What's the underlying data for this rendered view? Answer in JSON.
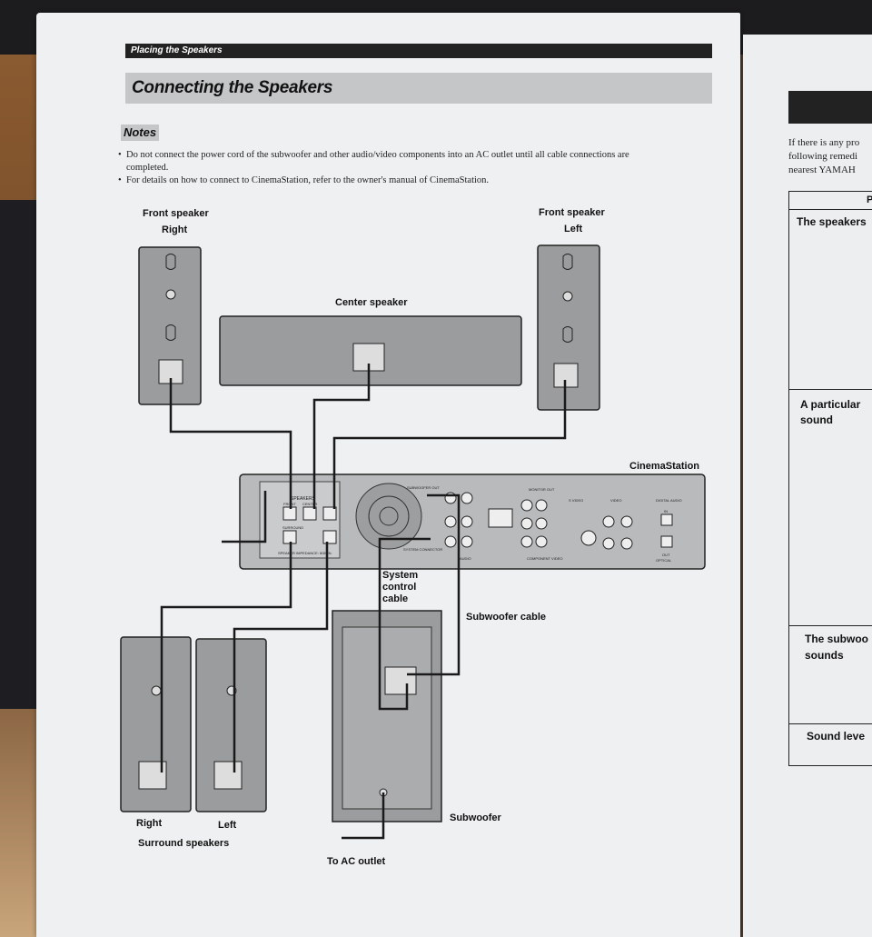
{
  "left_page": {
    "section_header": "Placing the Speakers",
    "title": "Connecting the Speakers",
    "notes_label": "Notes",
    "notes": [
      "Do not connect the power cord of the subwoofer and other audio/video components into an AC outlet until all cable connections are",
      "completed.",
      "For details on how to connect to CinemaStation, refer to the owner's manual of CinemaStation."
    ],
    "bullet": "•"
  },
  "diagram": {
    "front_right_label": "Front speaker",
    "front_right_side": "Right",
    "front_left_label": "Front speaker",
    "front_left_side": "Left",
    "center_label": "Center speaker",
    "cinemastation_label": "CinemaStation",
    "system_control_l1": "System",
    "system_control_l2": "control",
    "system_control_l3": "cable",
    "subwoofer_cable": "Subwoofer cable",
    "surround_right": "Right",
    "surround_left": "Left",
    "surround_label": "Surround speakers",
    "subwoofer_label": "Subwoofer",
    "ac_outlet": "To AC outlet",
    "panel": {
      "speakers": "SPEAKERS",
      "front": "FRONT",
      "center": "CENTER",
      "surround": "SURROUND",
      "impedance": "SPEAKER IMPEDANCE: 6ΩMIN.",
      "subwoofer_out": "SUBWOOFER OUT",
      "system_connector": "SYSTEM CONNECTOR",
      "audio": "AUDIO",
      "monitor_out": "MONITOR OUT",
      "svideo": "S VIDEO",
      "video": "VIDEO",
      "digital_audio": "DIGITAL AUDIO",
      "in": "IN",
      "out": "OUT",
      "optical": "OPTICAL",
      "component_video": "COMPONENT VIDEO"
    }
  },
  "right_page": {
    "line1": "If there is any pro",
    "line2": "following remedi",
    "line3": "nearest YAMAH",
    "header_cell": "P",
    "row1": "The speakers",
    "row2a": "A particular",
    "row2b": "sound",
    "row3a": "The subwoo",
    "row3b": "sounds",
    "row4": "Sound leve"
  }
}
